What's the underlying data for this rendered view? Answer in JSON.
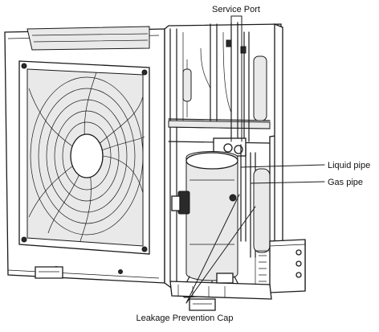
{
  "callouts": {
    "service_port": "Service Port",
    "liquid_pipe": "Liquid pipe",
    "gas_pipe": "Gas pipe",
    "leakage_cap": "Leakage Prevention Cap"
  }
}
